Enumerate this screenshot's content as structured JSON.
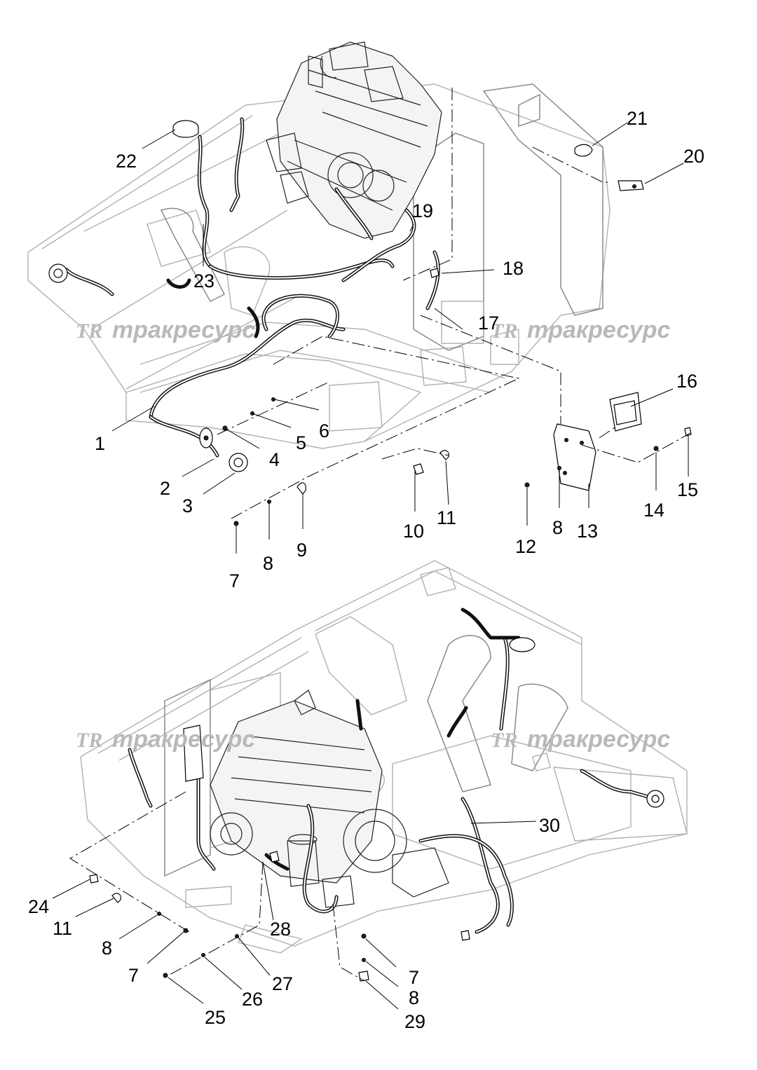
{
  "watermark": {
    "logo": "TR",
    "text": "тракресурс"
  },
  "callouts_top": {
    "c1": "1",
    "c2": "2",
    "c3": "3",
    "c4": "4",
    "c5": "5",
    "c6": "6",
    "c7": "7",
    "c8": "8",
    "c9": "9",
    "c10": "10",
    "c11": "11",
    "c12": "12",
    "c8b": "8",
    "c13": "13",
    "c14": "14",
    "c15": "15",
    "c16": "16",
    "c17": "17",
    "c18": "18",
    "c19": "19",
    "c20": "20",
    "c21": "21",
    "c22": "22",
    "c23": "23"
  },
  "callouts_bottom": {
    "c24": "24",
    "c11": "11",
    "c8": "8",
    "c7": "7",
    "c25": "25",
    "c26": "26",
    "c27": "27",
    "c28": "28",
    "c7b": "7",
    "c8b": "8",
    "c29": "29",
    "c30": "30"
  }
}
